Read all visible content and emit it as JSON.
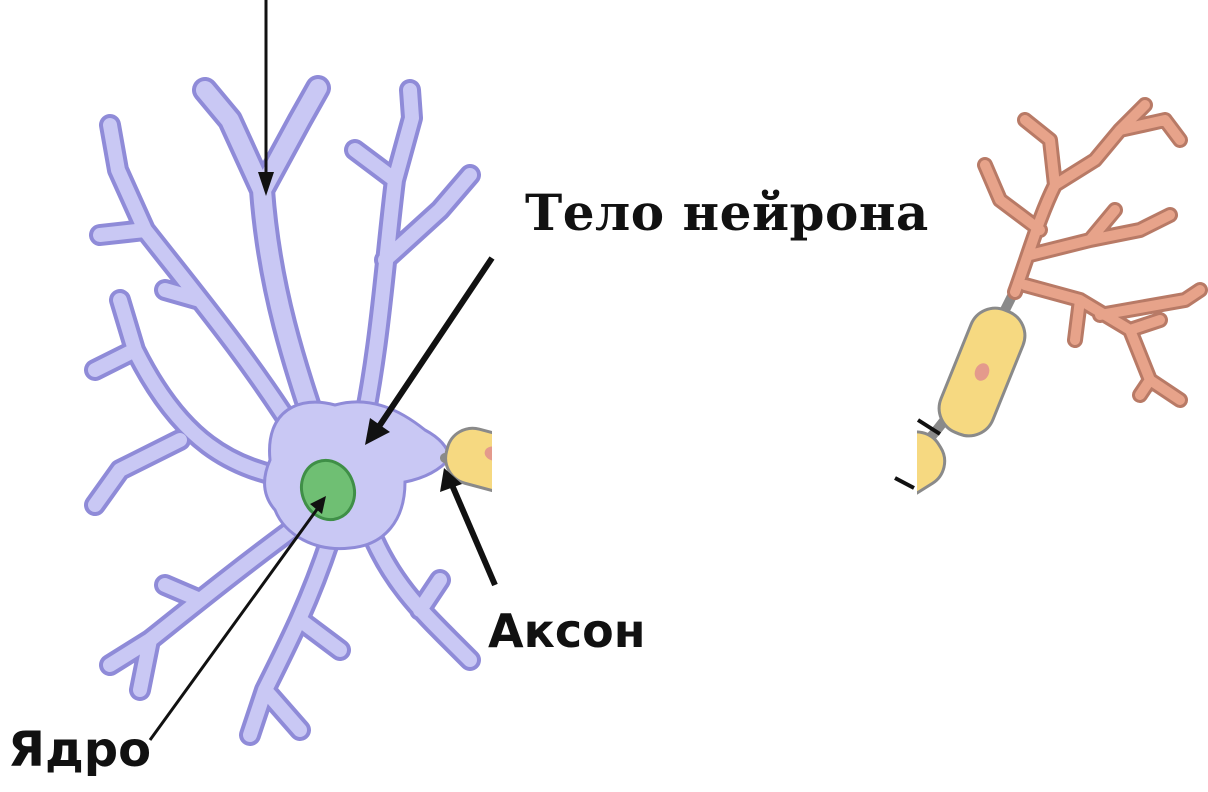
{
  "labels": {
    "body": "Тело нейрона",
    "axon": "Аксон",
    "nucleus": "Ядро"
  },
  "colors": {
    "soma": "#c9c8f4",
    "soma_outline": "#8f8bd8",
    "nucleus": "#6fbf73",
    "nucleus_outline": "#3f8f47",
    "myelin": "#f6d981",
    "myelin_outline": "#8a8a8a",
    "myelin_nucleus": "#e49a8c",
    "terminal": "#e7a38a",
    "terminal_outline": "#b87a66",
    "pointer": "#111111",
    "mask": "#ffffff"
  }
}
